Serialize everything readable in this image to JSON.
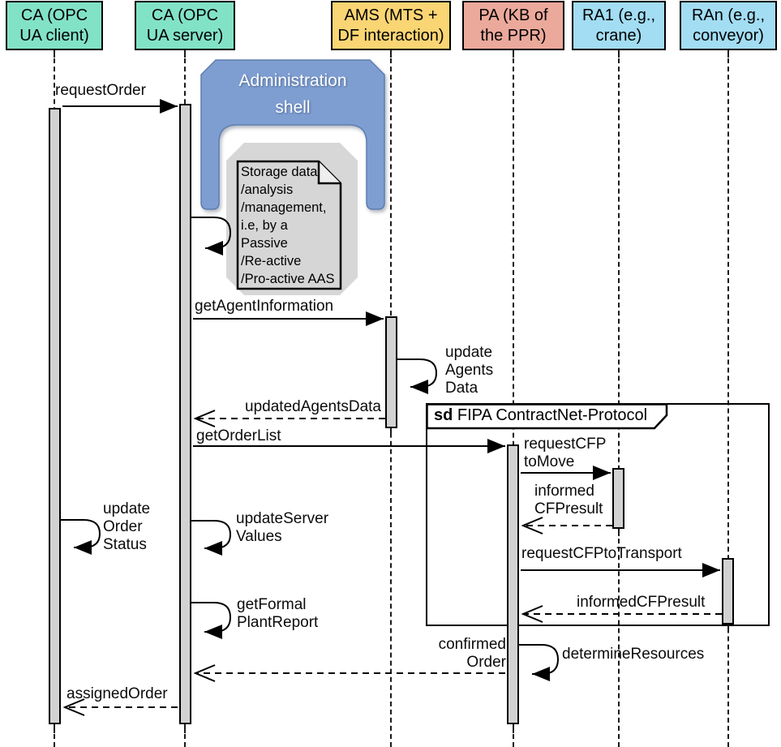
{
  "lifelines": [
    {
      "label": "CA (OPC\nUA client)"
    },
    {
      "label": "CA (OPC\nUA server)"
    },
    {
      "label": "AMS (MTS +\nDF interaction)"
    },
    {
      "label": "PA (KB of\nthe PPR)"
    },
    {
      "label": "RA1 (e.g.,\ncrane)"
    },
    {
      "label": "RAn (e.g.,\nconveyor)"
    }
  ],
  "admin_shell": {
    "title": "Administration\nshell",
    "note": "Storage data\n/analysis\n/management,\ni.e, by a\nPassive\n/Re-active\n/Pro-active AAS"
  },
  "frame": {
    "keyword": "sd",
    "title": " FIPA ContractNet-Protocol"
  },
  "messages": {
    "request_order": "requestOrder",
    "get_agent_information": "getAgentInformation",
    "update_agents_data": "update\nAgents\nData",
    "updated_agents_data": "updatedAgentsData",
    "get_order_list": "getOrderList",
    "request_cfp_to_move": "requestCFP\ntoMove",
    "informed_cfp_result_1": "informed\nCFPresult",
    "update_order_status": "update\nOrder\nStatus",
    "update_server_values": "updateServer\nValues",
    "request_cfp_to_transport": "requestCFPtoTransport",
    "informed_cfp_result_2": "informedCFPresult",
    "get_formal_plant_report": "getFormal\nPlantReport",
    "determine_resources": "determineResources",
    "confirmed_order": "confirmed\nOrder",
    "assigned_order": "assignedOrder"
  },
  "colors": {
    "participant_teal": "#82E2C6",
    "participant_yellow": "#FAD573",
    "participant_salmon": "#EBA99B",
    "participant_blue": "#A2DDF3",
    "admin_shell_blue": "#7E9ED2",
    "note_gray": "#D6D6D6",
    "activation_gray": "#D2D2D2"
  }
}
